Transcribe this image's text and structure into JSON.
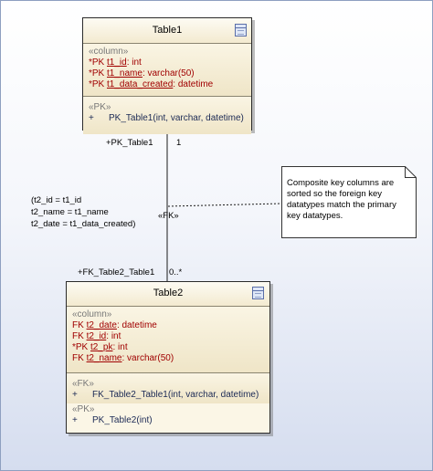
{
  "diagram": {
    "table1": {
      "title": "Table1",
      "column_stereotype": "«column»",
      "columns": [
        {
          "prefix": "*PK",
          "name": "t1_id",
          "type": "int"
        },
        {
          "prefix": "*PK",
          "name": "t1_name",
          "type": "varchar(50)"
        },
        {
          "prefix": "*PK",
          "name": "t1_data_created",
          "type": "datetime"
        }
      ],
      "pk_stereotype": "«PK»",
      "pk_op": {
        "visibility": "+",
        "text": "PK_Table1(int, varchar, datetime)"
      }
    },
    "table2": {
      "title": "Table2",
      "column_stereotype": "«column»",
      "columns": [
        {
          "prefix": "FK",
          "name": "t2_date",
          "type": "datetime"
        },
        {
          "prefix": "FK",
          "name": "t2_id",
          "type": "int"
        },
        {
          "prefix": "*PK",
          "name": "t2_pk",
          "type": "int"
        },
        {
          "prefix": "FK",
          "name": "t2_name",
          "type": "varchar(50)"
        }
      ],
      "fk_stereotype": "«FK»",
      "fk_op": {
        "visibility": "+",
        "text": "FK_Table2_Table1(int, varchar, datetime)"
      },
      "pk_stereotype": "«PK»",
      "pk_op": {
        "visibility": "+",
        "text": "PK_Table2(int)"
      }
    },
    "association": {
      "source_role": "+PK_Table1",
      "source_multiplicity": "1",
      "target_role": "+FK_Table2_Table1",
      "target_multiplicity": "0..*",
      "stereotype": "«FK»",
      "mapping": [
        "(t2_id = t1_id",
        "t2_name = t1_name",
        "t2_date = t1_data_created)"
      ]
    },
    "note": {
      "lines": [
        "Composite key columns are",
        "sorted so the foreign key",
        "datatypes match the primary",
        "key datatypes."
      ]
    }
  }
}
